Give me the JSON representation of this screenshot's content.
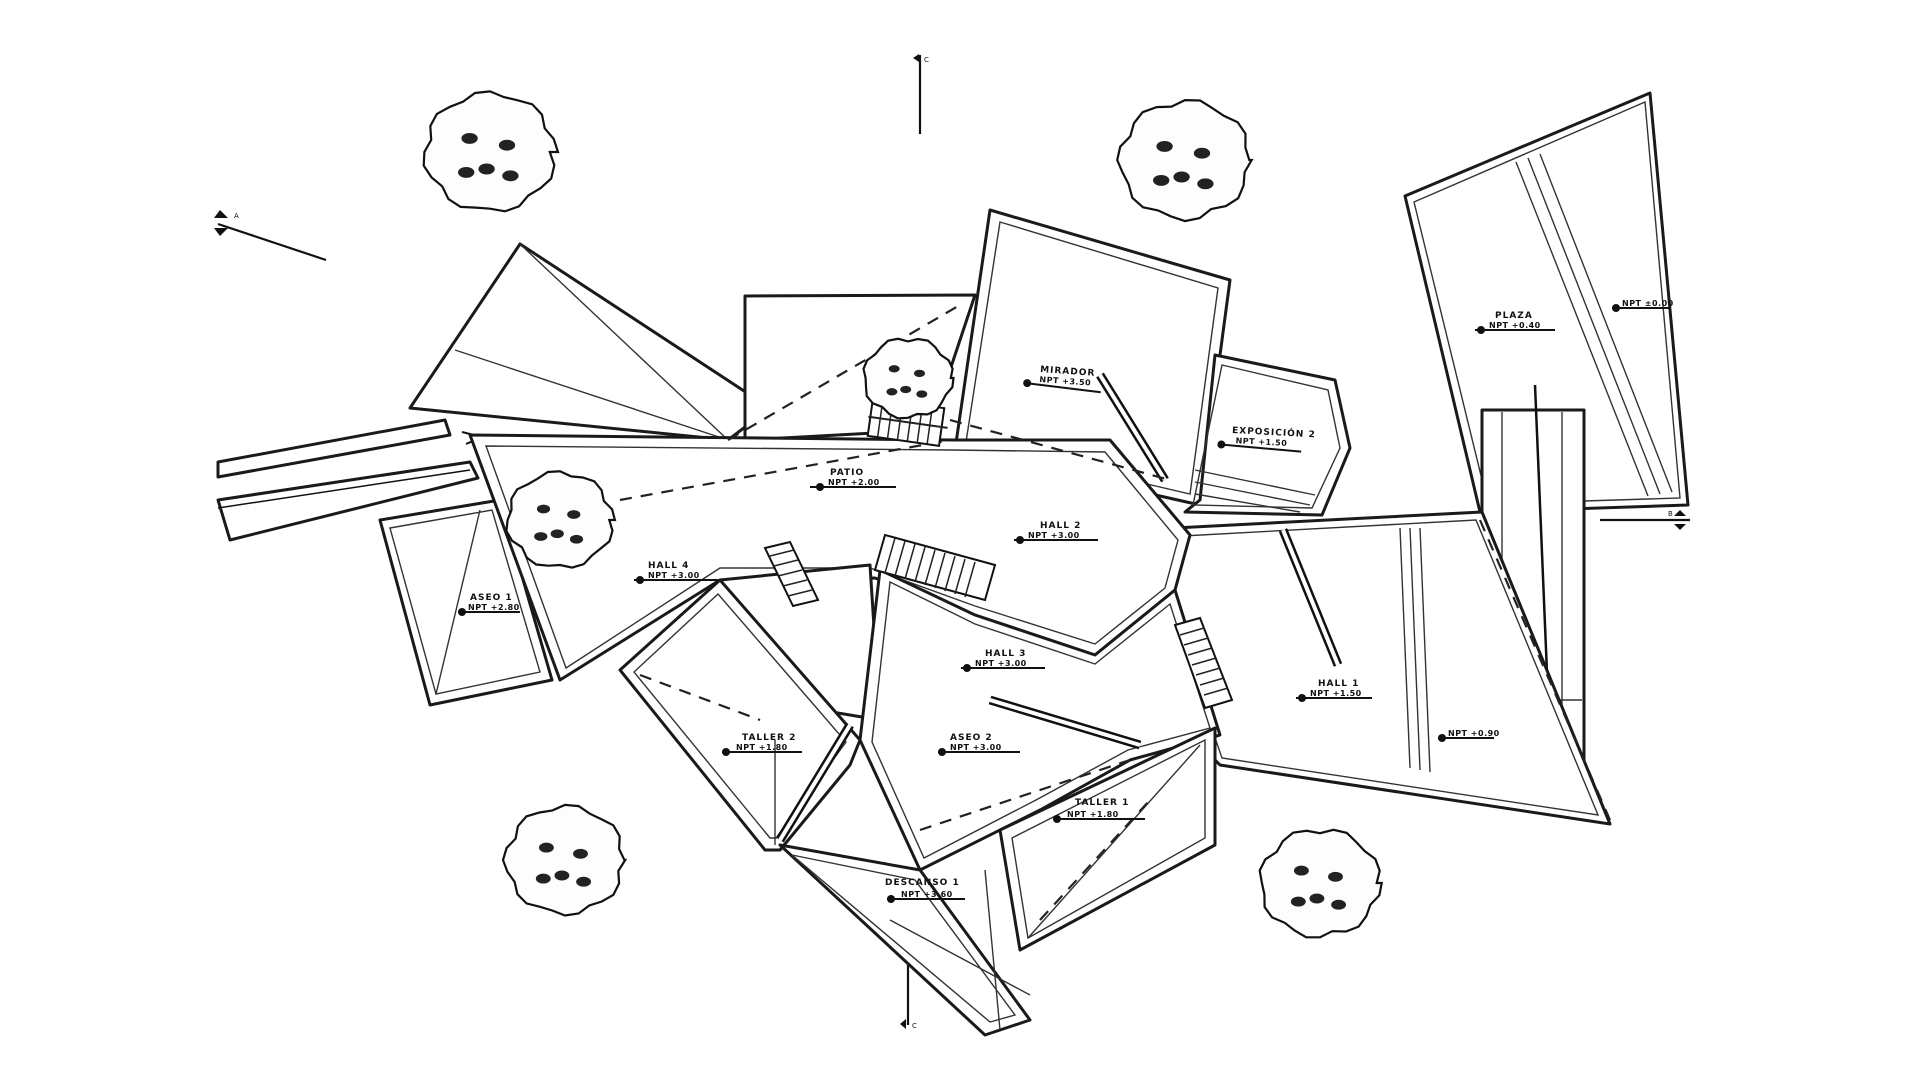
{
  "drawing": {
    "type": "architectural floor plan sketch",
    "spaces": [
      {
        "id": "mirador",
        "name": "MIRADOR",
        "level": "NPT +3.50"
      },
      {
        "id": "exposicion-2",
        "name": "EXPOSICIÓN 2",
        "level": "NPT +1.50"
      },
      {
        "id": "plaza",
        "name": "PLAZA",
        "level": "NPT +0.40"
      },
      {
        "id": "plaza-east",
        "name": "",
        "level": "NPT ±0.00"
      },
      {
        "id": "patio",
        "name": "PATIO",
        "level": "NPT +2.00"
      },
      {
        "id": "hall-2",
        "name": "HALL 2",
        "level": "NPT +3.00"
      },
      {
        "id": "hall-4",
        "name": "HALL 4",
        "level": "NPT +3.00"
      },
      {
        "id": "aseo-1",
        "name": "ASEO 1",
        "level": "NPT +2.80"
      },
      {
        "id": "hall-3",
        "name": "HALL 3",
        "level": "NPT +3.00"
      },
      {
        "id": "hall-1",
        "name": "HALL 1",
        "level": "NPT +1.50"
      },
      {
        "id": "taller-2",
        "name": "TALLER 2",
        "level": "NPT +1.80"
      },
      {
        "id": "aseo-2",
        "name": "ASEO 2",
        "level": "NPT +3.00"
      },
      {
        "id": "taller-1",
        "name": "TALLER 1",
        "level": "NPT +1.80"
      },
      {
        "id": "descanso-1",
        "name": "DESCANSO 1",
        "level": "NPT +3.60"
      },
      {
        "id": "ramp-landing",
        "name": "",
        "level": "NPT +0.90"
      }
    ],
    "section_markers": [
      {
        "id": "section-a",
        "tag": "A"
      },
      {
        "id": "section-b",
        "tag": "B"
      },
      {
        "id": "section-c-top",
        "tag": "C"
      },
      {
        "id": "section-c-bottom",
        "tag": "C"
      }
    ],
    "trees": 6
  }
}
